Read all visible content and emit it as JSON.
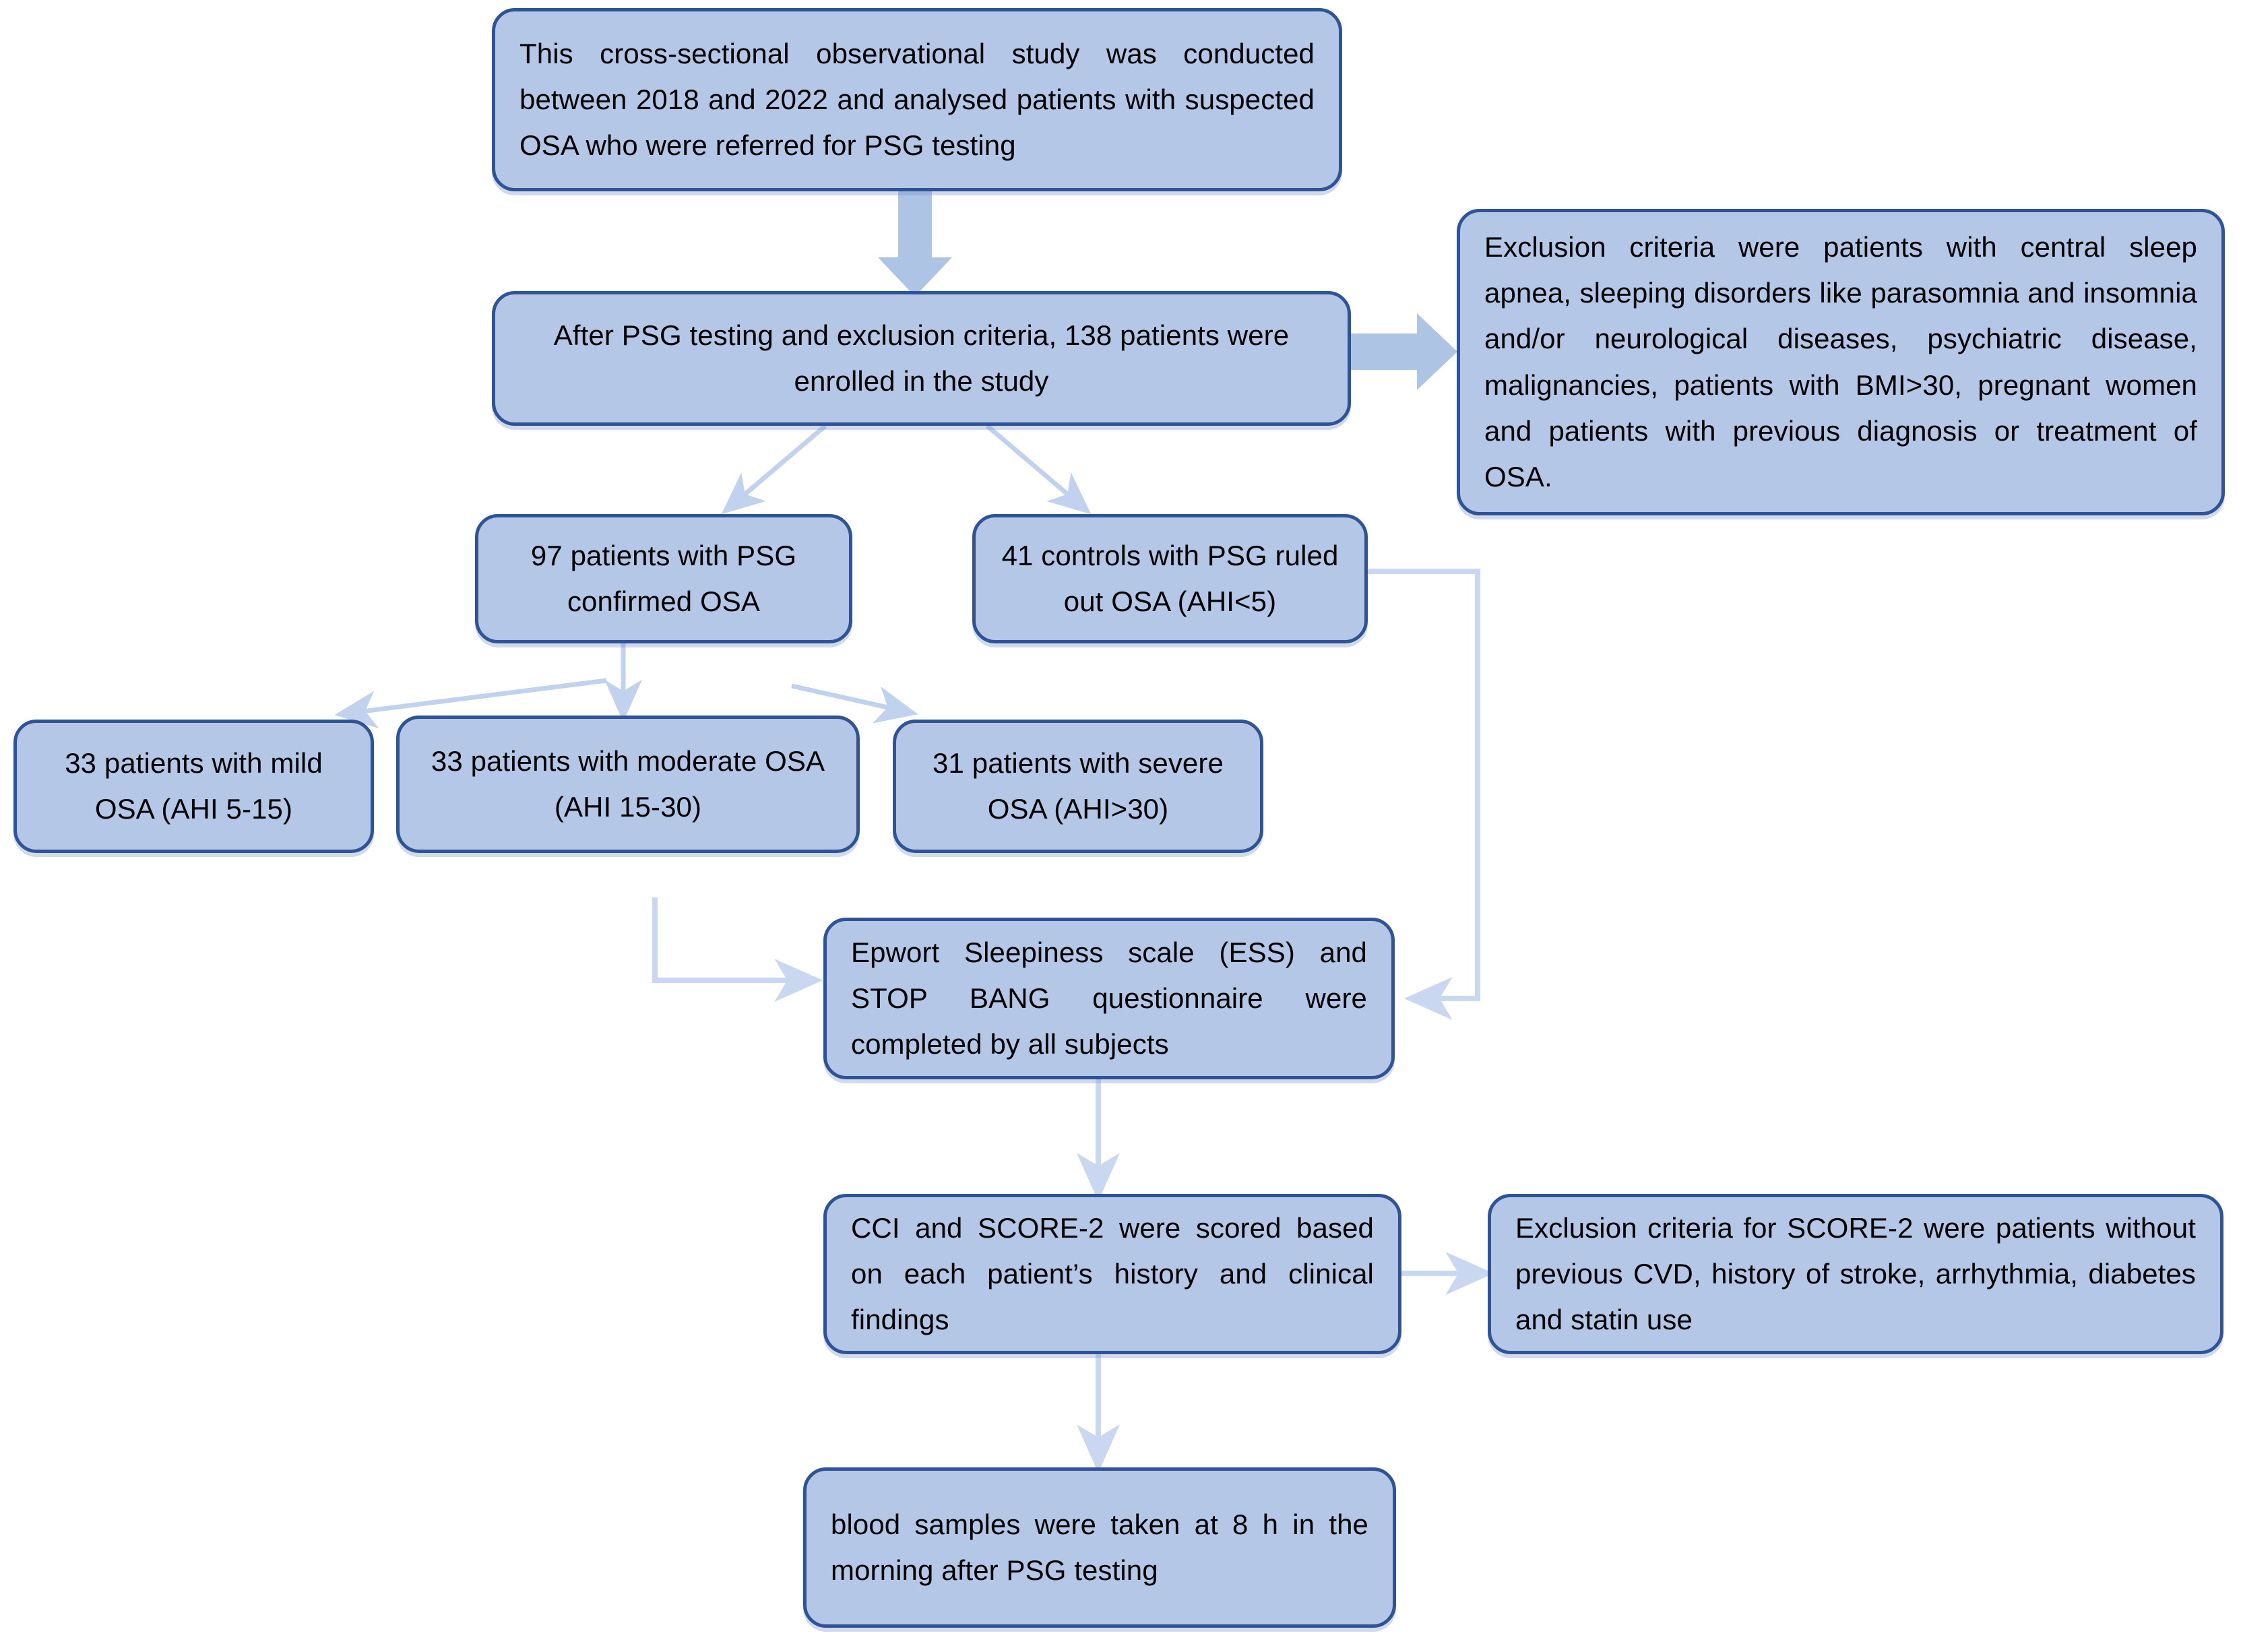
{
  "diagram": {
    "title": "OSA study flowchart",
    "colors": {
      "node_fill": "#b4c7e7",
      "node_border": "#2e5396",
      "connector": "#c5d5ef",
      "thick_arrow": "#aec4e4",
      "text": "#000000"
    },
    "nodes": [
      {
        "id": "study-design",
        "text": "This cross-sectional observational study was conducted between 2018 and 2022 and analysed patients with suspected OSA who were referred for PSG testing"
      },
      {
        "id": "enrolled",
        "text": "After PSG testing and exclusion criteria, 138 patients were enrolled in the study"
      },
      {
        "id": "exclusion-criteria",
        "text": "Exclusion criteria were patients with central sleep apnea, sleeping disorders like parasomnia and insomnia and/or neurological diseases, psychiatric disease, malignancies, patients with BMI>30, pregnant women and patients with previous diagnosis or treatment of OSA."
      },
      {
        "id": "osa-confirmed",
        "text": "97 patients with PSG confirmed OSA"
      },
      {
        "id": "controls",
        "text": "41 controls with PSG ruled out OSA (AHI<5)"
      },
      {
        "id": "mild-osa",
        "text": "33 patients with mild OSA (AHI 5-15)"
      },
      {
        "id": "moderate-osa",
        "text": "33 patients with moderate OSA (AHI 15-30)"
      },
      {
        "id": "severe-osa",
        "text": "31 patients with severe OSA (AHI>30)"
      },
      {
        "id": "questionnaires",
        "text": "Epwort Sleepiness scale (ESS) and STOP BANG questionnaire were completed by all subjects"
      },
      {
        "id": "scoring",
        "text": "CCI and SCORE-2 were scored based on each patient’s history and clinical findings"
      },
      {
        "id": "score2-exclusion",
        "text": "Exclusion criteria for SCORE-2 were patients without previous CVD, history of stroke, arrhythmia, diabetes and statin use"
      },
      {
        "id": "blood-samples",
        "text": "blood samples were taken at 8 h in the morning after PSG testing"
      }
    ]
  }
}
